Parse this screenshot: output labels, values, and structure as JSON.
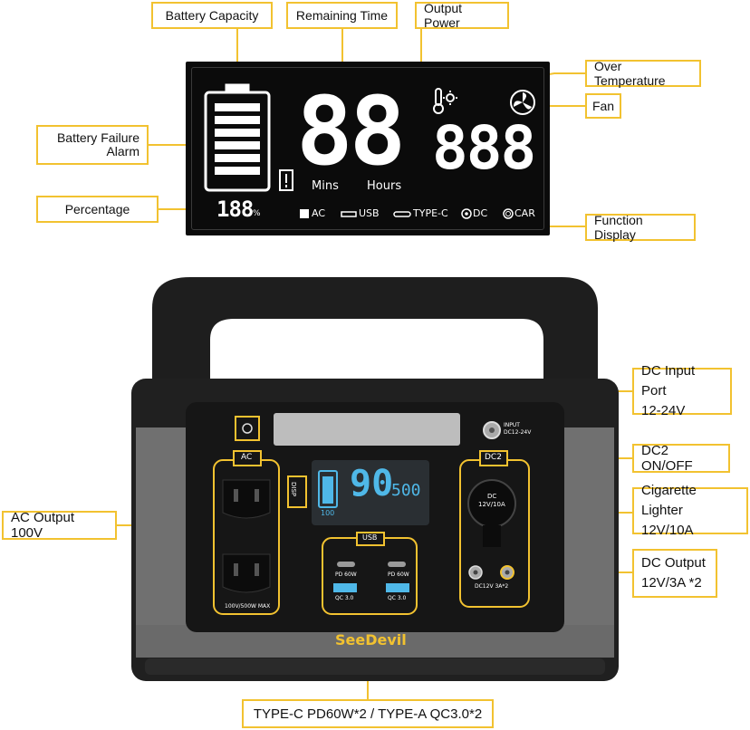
{
  "labels": {
    "battery_capacity": "Battery Capacity",
    "remaining_time": "Remaining Time",
    "output_power": "Output Power",
    "over_temperature": "Over Temperature",
    "fan": "Fan",
    "battery_failure_line1": "Battery Failure",
    "battery_failure_line2": "Alarm",
    "percentage": "Percentage",
    "function_display": "Function Display",
    "dc_input_line1": "DC Input Port",
    "dc_input_line2": "12-24V",
    "dc2_onoff": "DC2 ON/OFF",
    "cig_line1": "Cigarette Lighter",
    "cig_line2": "12V/10A",
    "dc_output_line1": "DC Output",
    "dc_output_line2": "12V/3A *2",
    "ac_output": "AC Output 100V",
    "usb_output": "TYPE-C PD60W*2 / TYPE-A  QC3.0*2"
  },
  "lcd": {
    "mins": "Mins",
    "hours": "Hours",
    "digits_time": "88",
    "digits_power": "888",
    "digits_percent": "188",
    "percent_sign": "%",
    "ac": "AC",
    "usb": "USB",
    "typec": "TYPE-C",
    "dc": "DC",
    "car": "CAR"
  },
  "device": {
    "ac_label": "AC",
    "disp_label": "DISP",
    "dc2_label": "DC2",
    "usb_label": "USB",
    "input_label_1": "INPUT",
    "input_label_2": "DC12-24V",
    "ac_max": "100V/500W MAX",
    "pd_left": "PD 60W",
    "pd_right": "PD 60W",
    "qc_left": "QC 3.0",
    "qc_right": "QC 3.0",
    "dc_socket_1": "DC",
    "dc_socket_2": "12V/10A",
    "dc_out": "DC12V 3A*2",
    "screen_time": "90",
    "screen_power": "500",
    "screen_pct": "100",
    "brand": "SeeDevil"
  },
  "colors": {
    "accent": "#f2c230",
    "body_dark": "#1f1f1f",
    "body_grey": "#6e6e6e",
    "screen_blue": "#4fb8e8"
  }
}
